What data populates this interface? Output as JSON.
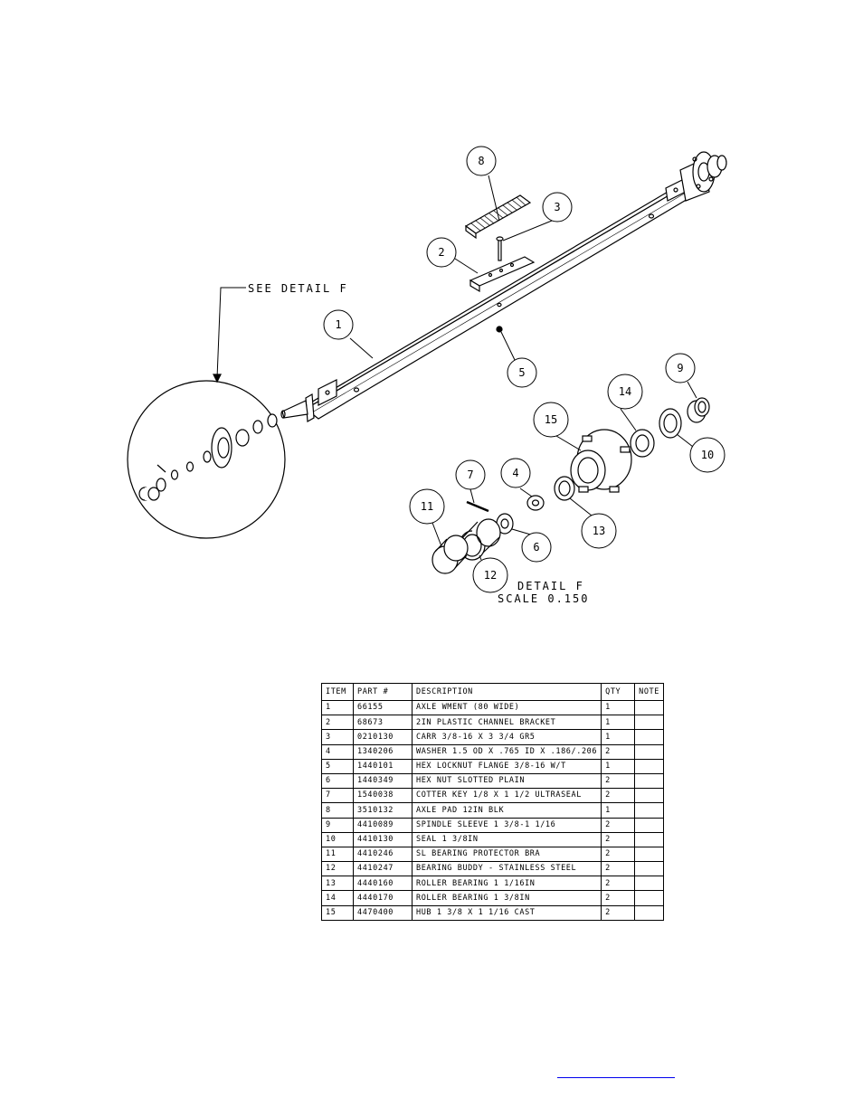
{
  "labels": {
    "see_detail": "SEE DETAIL F",
    "detail_title": "DETAIL F",
    "detail_scale": "SCALE 0.150"
  },
  "callouts": [
    "1",
    "2",
    "3",
    "4",
    "5",
    "6",
    "7",
    "8",
    "9",
    "10",
    "11",
    "12",
    "13",
    "14",
    "15"
  ],
  "bom": {
    "headers": [
      "ITEM",
      "PART #",
      "DESCRIPTION",
      "QTY",
      "NOTE"
    ],
    "rows": [
      {
        "item": "1",
        "part": "66155",
        "desc": "AXLE WMENT (80 WIDE)",
        "qty": "1",
        "note": ""
      },
      {
        "item": "2",
        "part": "68673",
        "desc": "2IN PLASTIC CHANNEL BRACKET",
        "qty": "1",
        "note": ""
      },
      {
        "item": "3",
        "part": "0210130",
        "desc": "CARR 3/8-16 X 3 3/4 GR5",
        "qty": "1",
        "note": ""
      },
      {
        "item": "4",
        "part": "1340206",
        "desc": "WASHER 1.5 OD X .765 ID X .186/.206",
        "qty": "2",
        "note": ""
      },
      {
        "item": "5",
        "part": "1440101",
        "desc": "HEX LOCKNUT FLANGE 3/8-16 W/T",
        "qty": "1",
        "note": ""
      },
      {
        "item": "6",
        "part": "1440349",
        "desc": "HEX NUT SLOTTED PLAIN",
        "qty": "2",
        "note": ""
      },
      {
        "item": "7",
        "part": "1540038",
        "desc": "COTTER KEY 1/8 X 1 1/2 ULTRASEAL",
        "qty": "2",
        "note": ""
      },
      {
        "item": "8",
        "part": "3510132",
        "desc": "AXLE PAD 12IN BLK",
        "qty": "1",
        "note": ""
      },
      {
        "item": "9",
        "part": "4410089",
        "desc": "SPINDLE SLEEVE 1 3/8-1 1/16",
        "qty": "2",
        "note": ""
      },
      {
        "item": "10",
        "part": "4410130",
        "desc": "SEAL 1 3/8IN",
        "qty": "2",
        "note": ""
      },
      {
        "item": "11",
        "part": "4410246",
        "desc": "SL BEARING PROTECTOR BRA",
        "qty": "2",
        "note": ""
      },
      {
        "item": "12",
        "part": "4410247",
        "desc": "BEARING BUDDY - STAINLESS STEEL",
        "qty": "2",
        "note": ""
      },
      {
        "item": "13",
        "part": "4440160",
        "desc": "ROLLER BEARING 1 1/16IN",
        "qty": "2",
        "note": ""
      },
      {
        "item": "14",
        "part": "4440170",
        "desc": "ROLLER BEARING 1 3/8IN",
        "qty": "2",
        "note": ""
      },
      {
        "item": "15",
        "part": "4470400",
        "desc": "HUB 1 3/8 X 1 1/16 CAST",
        "qty": "2",
        "note": ""
      }
    ]
  }
}
